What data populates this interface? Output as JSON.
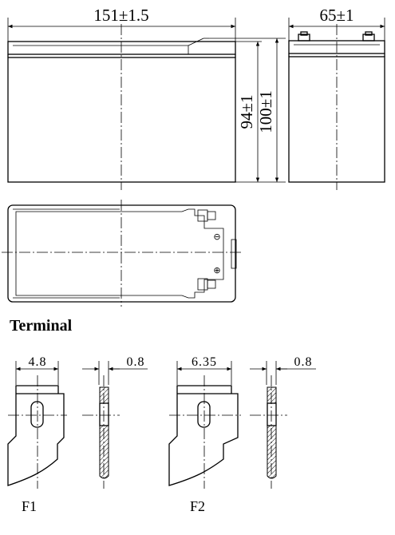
{
  "top_view": {
    "length_dim": "151±1.5",
    "width_dim": "65±1",
    "height_dim_inner": "94±1",
    "height_dim_outer": "100±1"
  },
  "plan_view": {
    "negative_symbol": "⊖",
    "positive_symbol": "⊕"
  },
  "terminal": {
    "heading": "Terminal",
    "f1": {
      "label": "F1",
      "width_dim": "4.8",
      "thickness_dim": "0.8"
    },
    "f2": {
      "label": "F2",
      "width_dim": "6.35",
      "thickness_dim": "0.8"
    }
  }
}
